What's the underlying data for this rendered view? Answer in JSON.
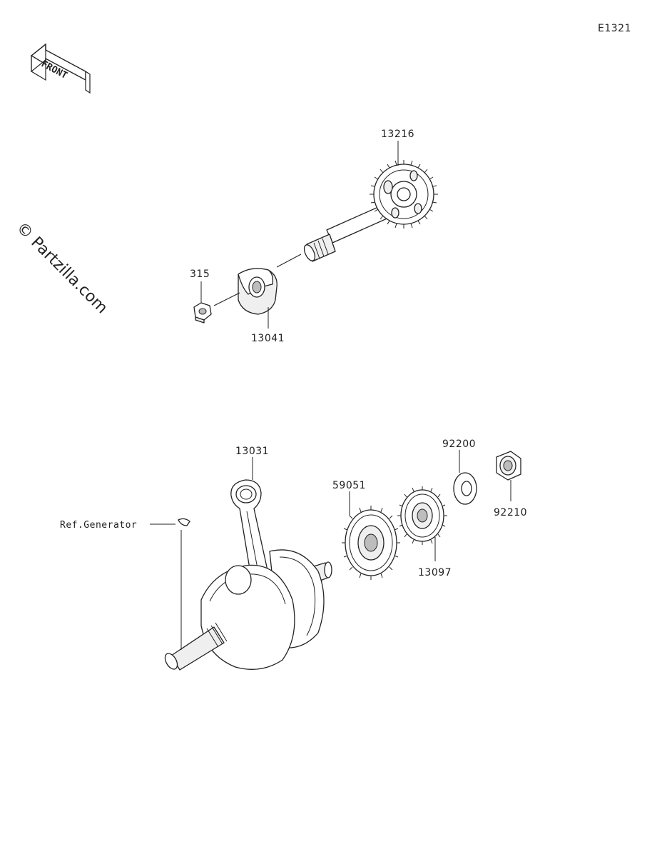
{
  "diagram_code": "E1321",
  "front_label": "FRONT",
  "watermark": "© Partzilla.com",
  "ref_label": "Ref.Generator",
  "colors": {
    "line": "#222222",
    "background": "#ffffff",
    "shade": "#efefef"
  },
  "parts": [
    {
      "id": "p13216",
      "number": "13216"
    },
    {
      "id": "p315",
      "number": "315"
    },
    {
      "id": "p13041",
      "number": "13041"
    },
    {
      "id": "p13031",
      "number": "13031"
    },
    {
      "id": "p59051",
      "number": "59051"
    },
    {
      "id": "p92200",
      "number": "92200"
    },
    {
      "id": "p92210",
      "number": "92210"
    },
    {
      "id": "p13097",
      "number": "13097"
    }
  ]
}
